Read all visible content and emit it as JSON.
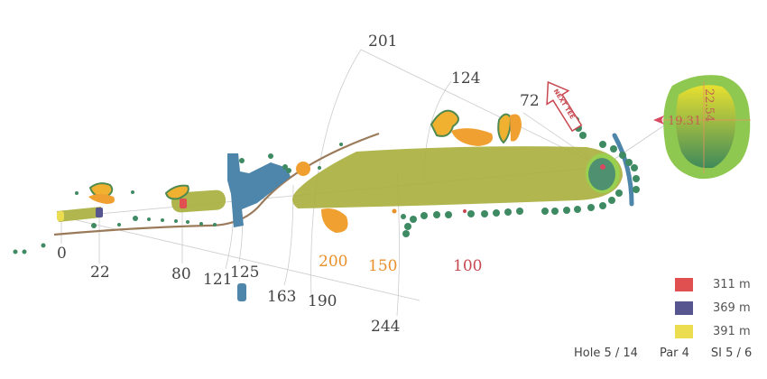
{
  "hole_info": {
    "hole": "Hole 5 / 14",
    "par": "Par 4",
    "si": "SI 5 / 6"
  },
  "legend": [
    {
      "label": "311 m",
      "color": "#e05050"
    },
    {
      "label": "369 m",
      "color": "#565590"
    },
    {
      "label": "391 m",
      "color": "#ecdc50"
    }
  ],
  "distances": {
    "d0": "0",
    "d22": "22",
    "d80": "80",
    "d121": "121",
    "d125": "125",
    "d163": "163",
    "d190": "190",
    "d244": "244",
    "d201": "201",
    "d124": "124",
    "d72": "72",
    "m200": "200",
    "m150": "150",
    "m100": "100"
  },
  "marker_colors": {
    "m200": "#e8902a",
    "m150": "#e8902a",
    "m100": "#c84850"
  },
  "green": {
    "width": "19.31",
    "depth": "22.54"
  },
  "next_tee_label": "NEXT TEE"
}
